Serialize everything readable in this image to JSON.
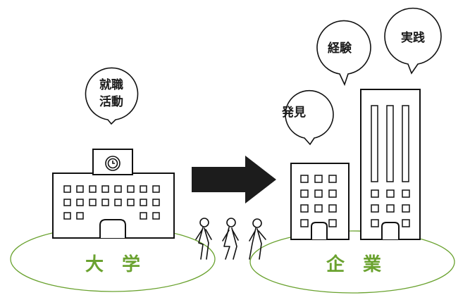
{
  "labels": {
    "university": "大　学",
    "company": "企　業"
  },
  "bubbles": {
    "job_hunting_line1": "就職",
    "job_hunting_line2": "活動",
    "discovery": "発見",
    "experience": "経験",
    "practice": "実践"
  },
  "colors": {
    "accent_green": "#6aa22f",
    "ink": "#1a1a1a"
  },
  "icons": [
    "clock-icon",
    "arrow-right-icon",
    "walking-person-icon"
  ]
}
